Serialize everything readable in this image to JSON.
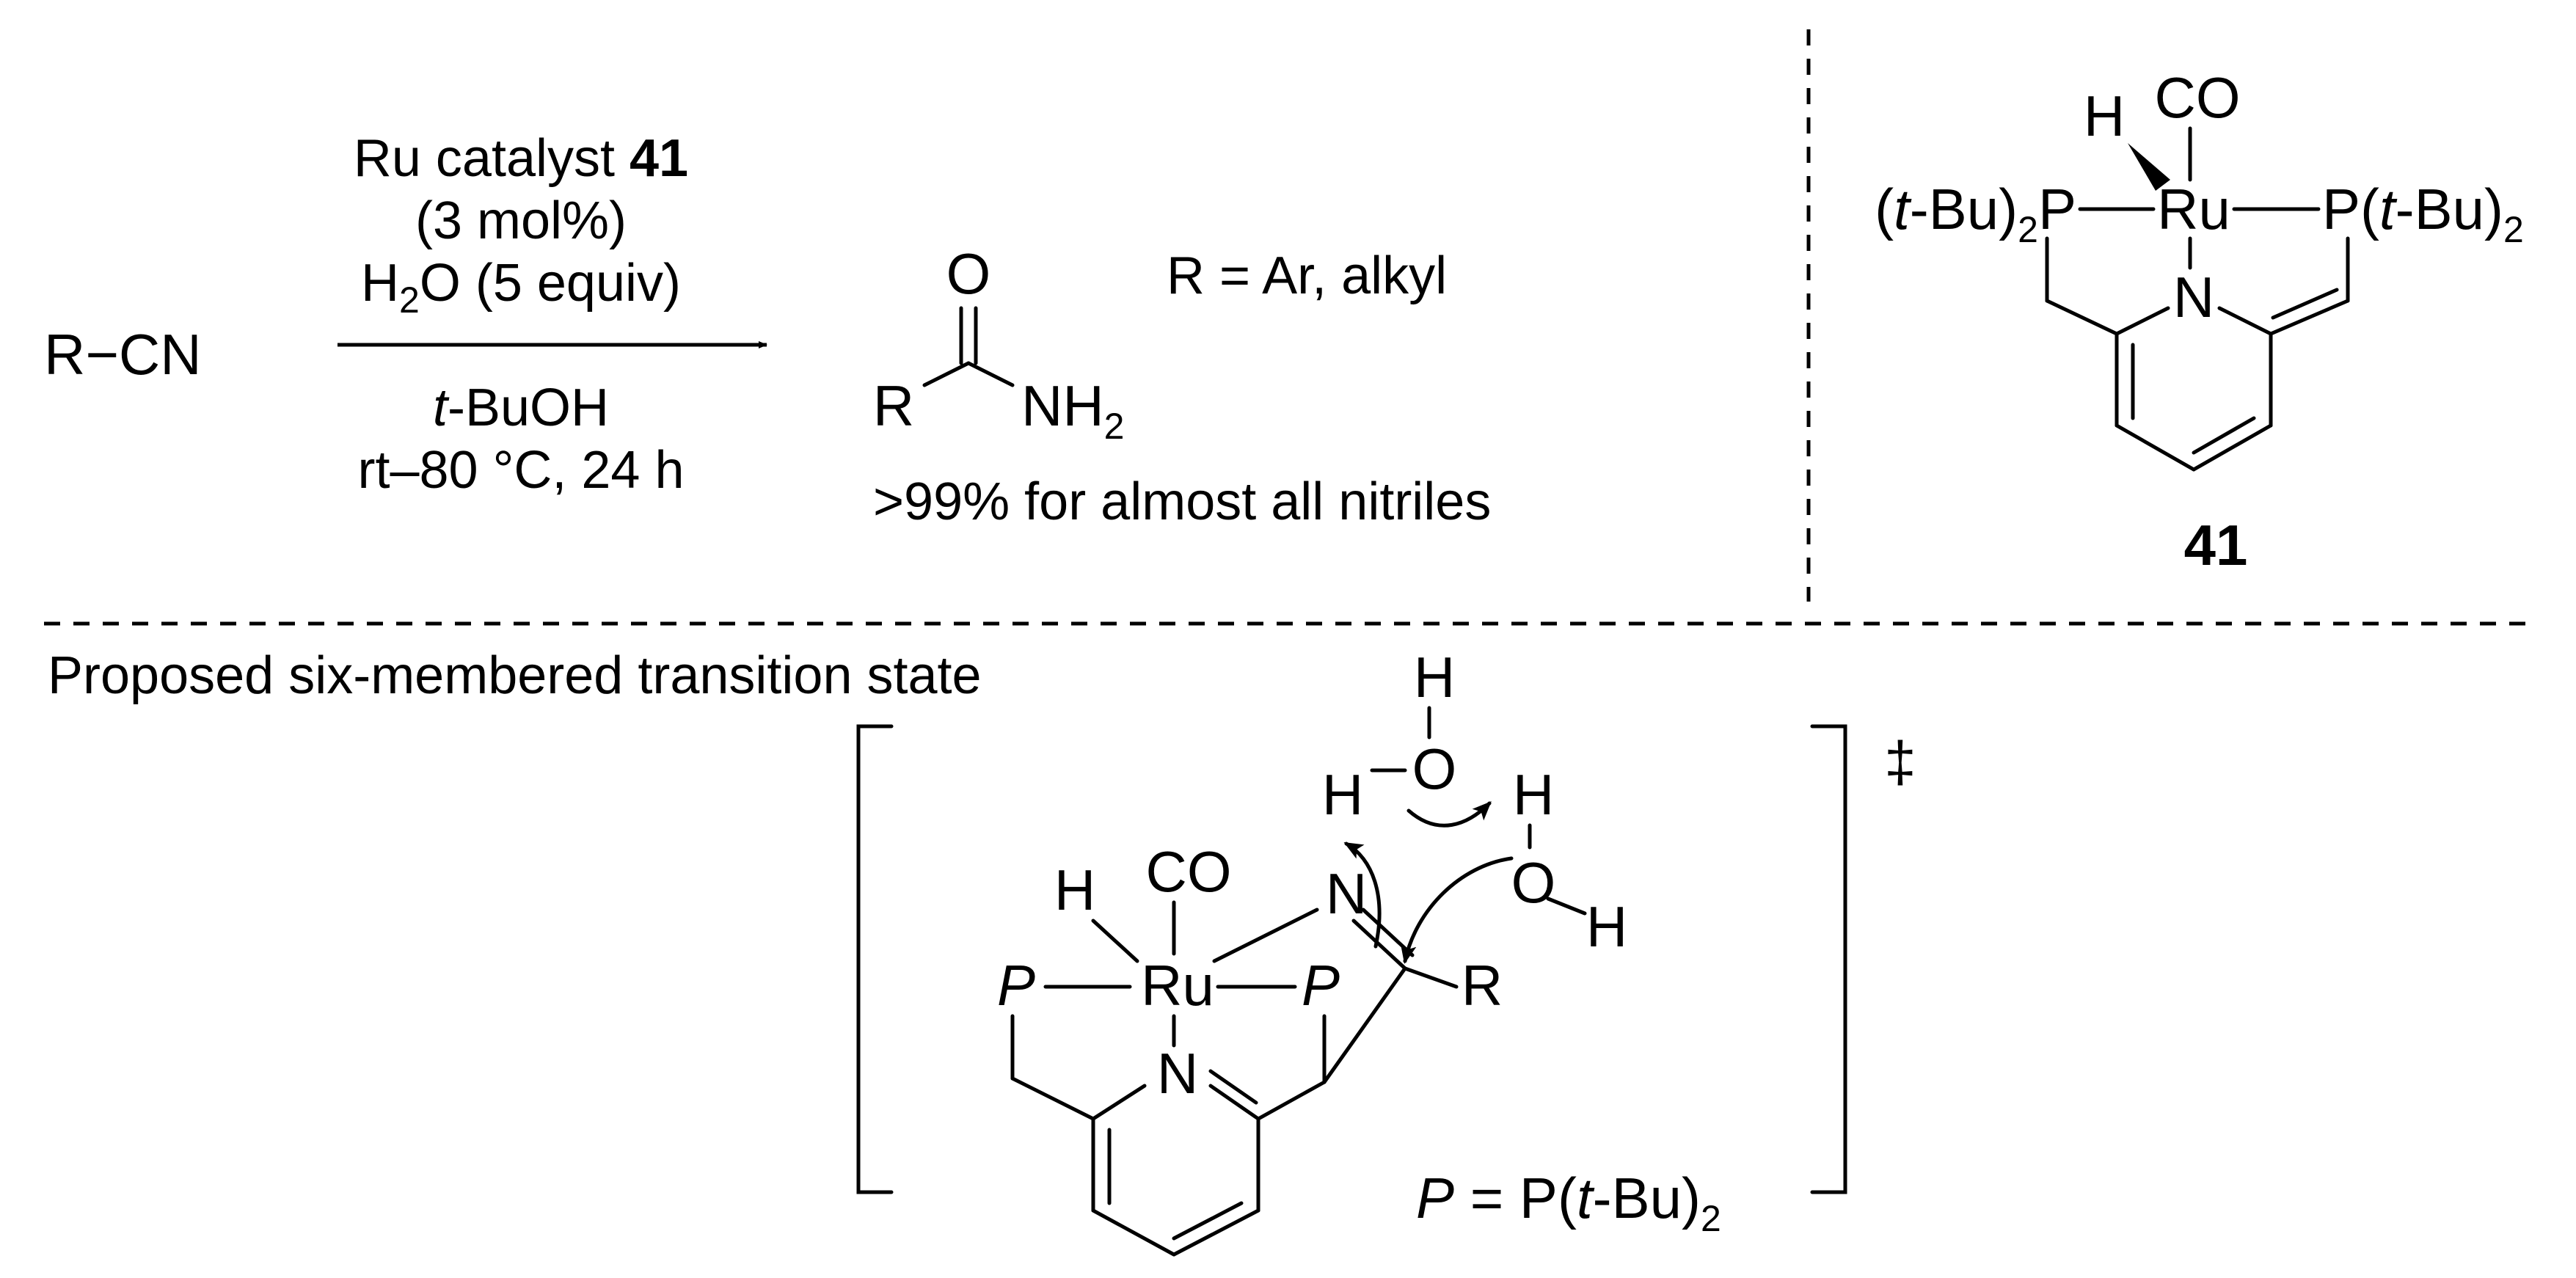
{
  "reaction": {
    "reactant": "R−CN",
    "conditions_above": {
      "line1_prefix": "Ru catalyst ",
      "line1_compound": "41",
      "line2": "(3 mol%)",
      "line3_h": "H",
      "line3_sub": "2",
      "line3_rest": "O (5 equiv)"
    },
    "conditions_below": {
      "line1_ital": "t",
      "line1_rest": "-BuOH",
      "line2": "rt–80 °C, 24 h"
    },
    "product": {
      "O": "O",
      "R": "R",
      "NH": "NH",
      "NH_sub": "2"
    },
    "r_definition": "R = Ar, alkyl",
    "yield_note": ">99% for almost all nitriles"
  },
  "catalyst": {
    "label": "41",
    "H": "H",
    "CO": "CO",
    "Ru": "Ru",
    "N": "N",
    "left_ligand_open": "(",
    "left_ligand_ital": "t",
    "left_ligand_mid": "-Bu)",
    "left_ligand_sub": "2",
    "left_ligand_end": "P",
    "right_ligand_start": "P(",
    "right_ligand_ital": "t",
    "right_ligand_mid": "-Bu)",
    "right_ligand_sub": "2"
  },
  "transition_state": {
    "title": "Proposed six-membered transition state",
    "dagger": "‡",
    "water1": {
      "H_top": "H",
      "O": "O",
      "H_left": "H"
    },
    "water2": {
      "H_top": "H",
      "O": "O",
      "H_right": "H"
    },
    "complex": {
      "H": "H",
      "CO": "CO",
      "Ru": "Ru",
      "P_left": "P",
      "P_right": "P",
      "N_py": "N",
      "N_imine": "N",
      "R": "R"
    },
    "p_definition": {
      "P_ital": "P",
      "equals": " = P(",
      "t_ital": "t",
      "mid": "-Bu)",
      "sub": "2"
    }
  }
}
